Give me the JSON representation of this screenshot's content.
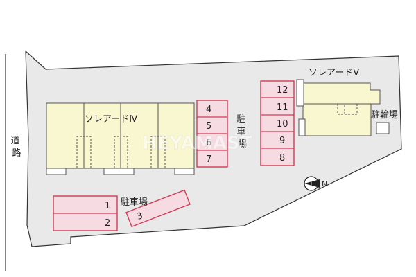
{
  "road_label": "道路",
  "building_left": {
    "name": "ソレアードⅣ"
  },
  "building_right": {
    "name": "ソレアードⅤ"
  },
  "parking_label": "駐車場",
  "parking_label_vertical": "駐車場",
  "bicycle_parking_label": "駐輪場",
  "parking_spaces_center": [
    "4",
    "5",
    "6",
    "7"
  ],
  "parking_spaces_right": [
    "12",
    "11",
    "10",
    "9",
    "8"
  ],
  "parking_spaces_bottom": [
    "1",
    "2",
    "3"
  ],
  "compass": {
    "label": "N",
    "icon": "north-arrow-icon"
  },
  "watermark": "HEYAMAST",
  "colors": {
    "lot": "#e9e9e9",
    "building": "#f9f7cf",
    "parking_fill": "#f7dbe3",
    "parking_stroke": "#d43a55"
  }
}
